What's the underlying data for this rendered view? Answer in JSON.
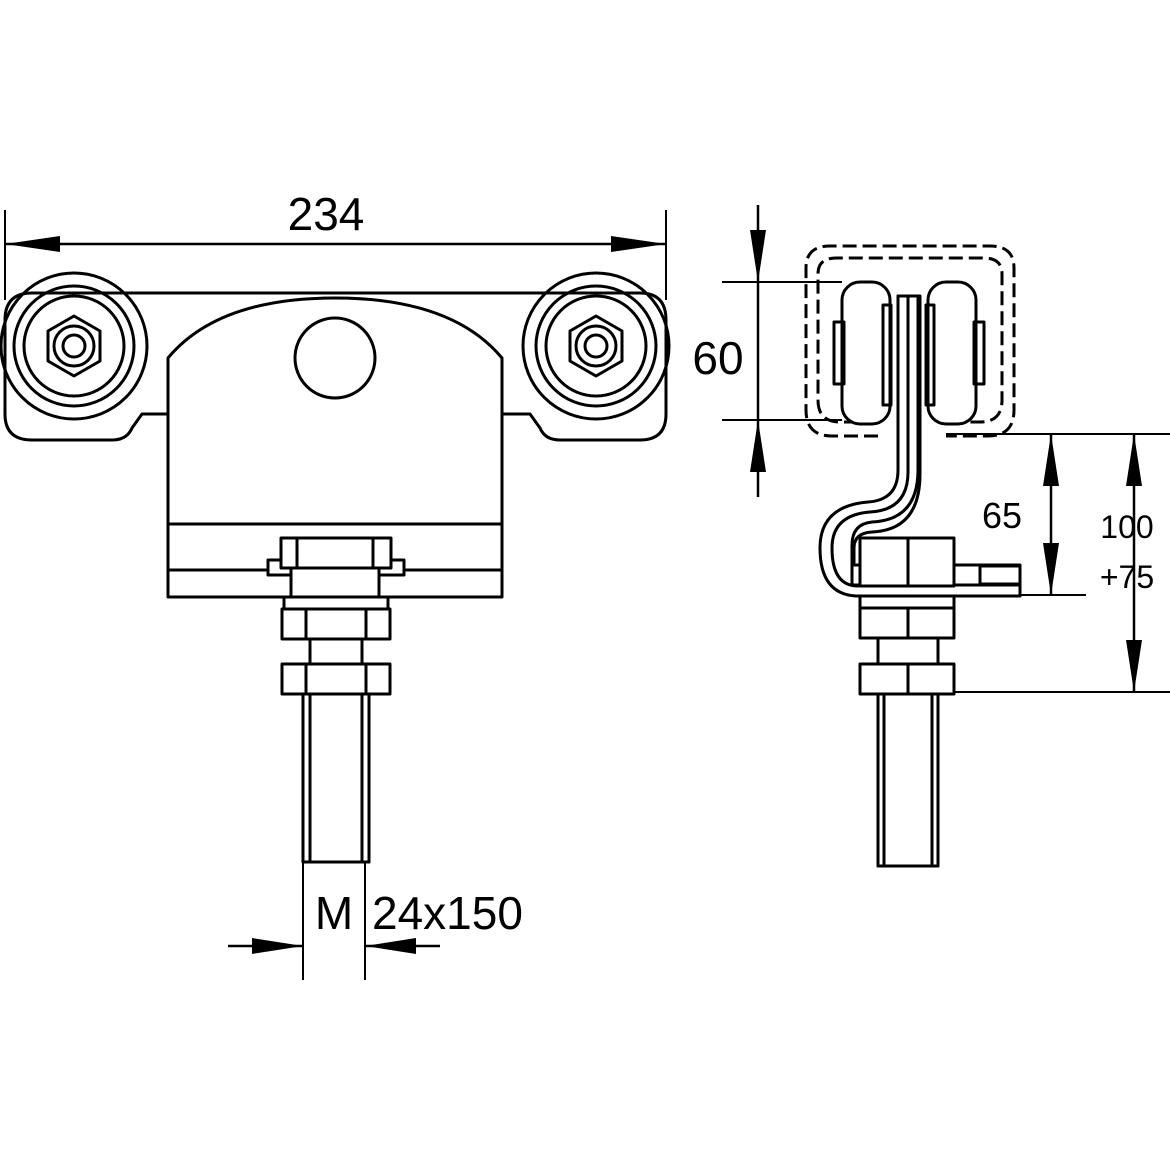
{
  "front_view": {
    "overall_width_label": "234",
    "thread_label_prefix": "M",
    "thread_label_value": "24x150"
  },
  "side_view": {
    "wheel_height_label": "60",
    "lower_height_label": "65",
    "total_height_label": "100",
    "adjust_range_label": "+75"
  }
}
